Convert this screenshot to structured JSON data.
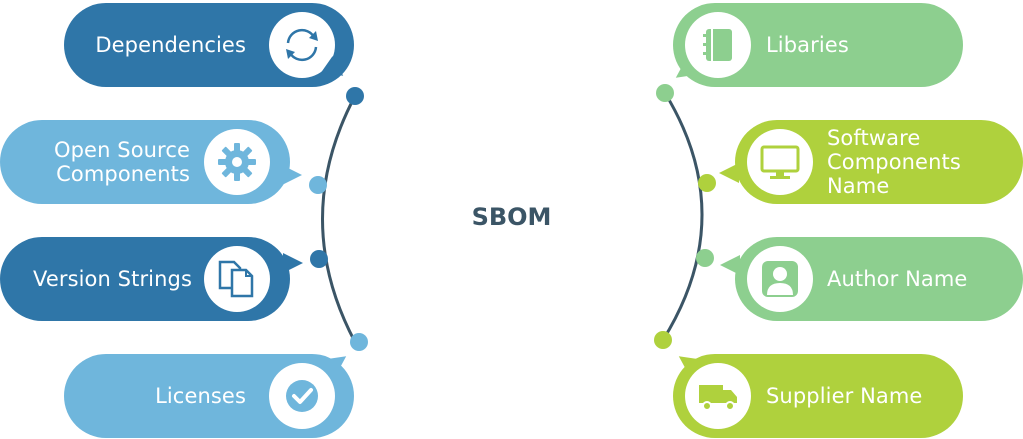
{
  "center": {
    "title": "SBOM"
  },
  "colors": {
    "dark_blue": "#2f76a8",
    "light_blue": "#6fb6dc",
    "light_green": "#8dcf8f",
    "lime_green": "#afd13d",
    "line": "#3b5566"
  },
  "left_items": [
    {
      "label": "Dependencies",
      "icon": "sync-arrows-icon",
      "color": "#2f76a8"
    },
    {
      "label": "Open Source Components",
      "icon": "gear-icon",
      "color": "#6fb6dc"
    },
    {
      "label": "Version Strings",
      "icon": "documents-icon",
      "color": "#2f76a8"
    },
    {
      "label": "Licenses",
      "icon": "checkmark-icon",
      "color": "#6fb6dc"
    }
  ],
  "right_items": [
    {
      "label": "Libaries",
      "icon": "notebook-icon",
      "color": "#8dcf8f"
    },
    {
      "label": "Software Components Name",
      "icon": "monitor-icon",
      "color": "#afd13d"
    },
    {
      "label": "Author Name",
      "icon": "user-icon",
      "color": "#8dcf8f"
    },
    {
      "label": "Supplier Name",
      "icon": "truck-icon",
      "color": "#afd13d"
    }
  ]
}
